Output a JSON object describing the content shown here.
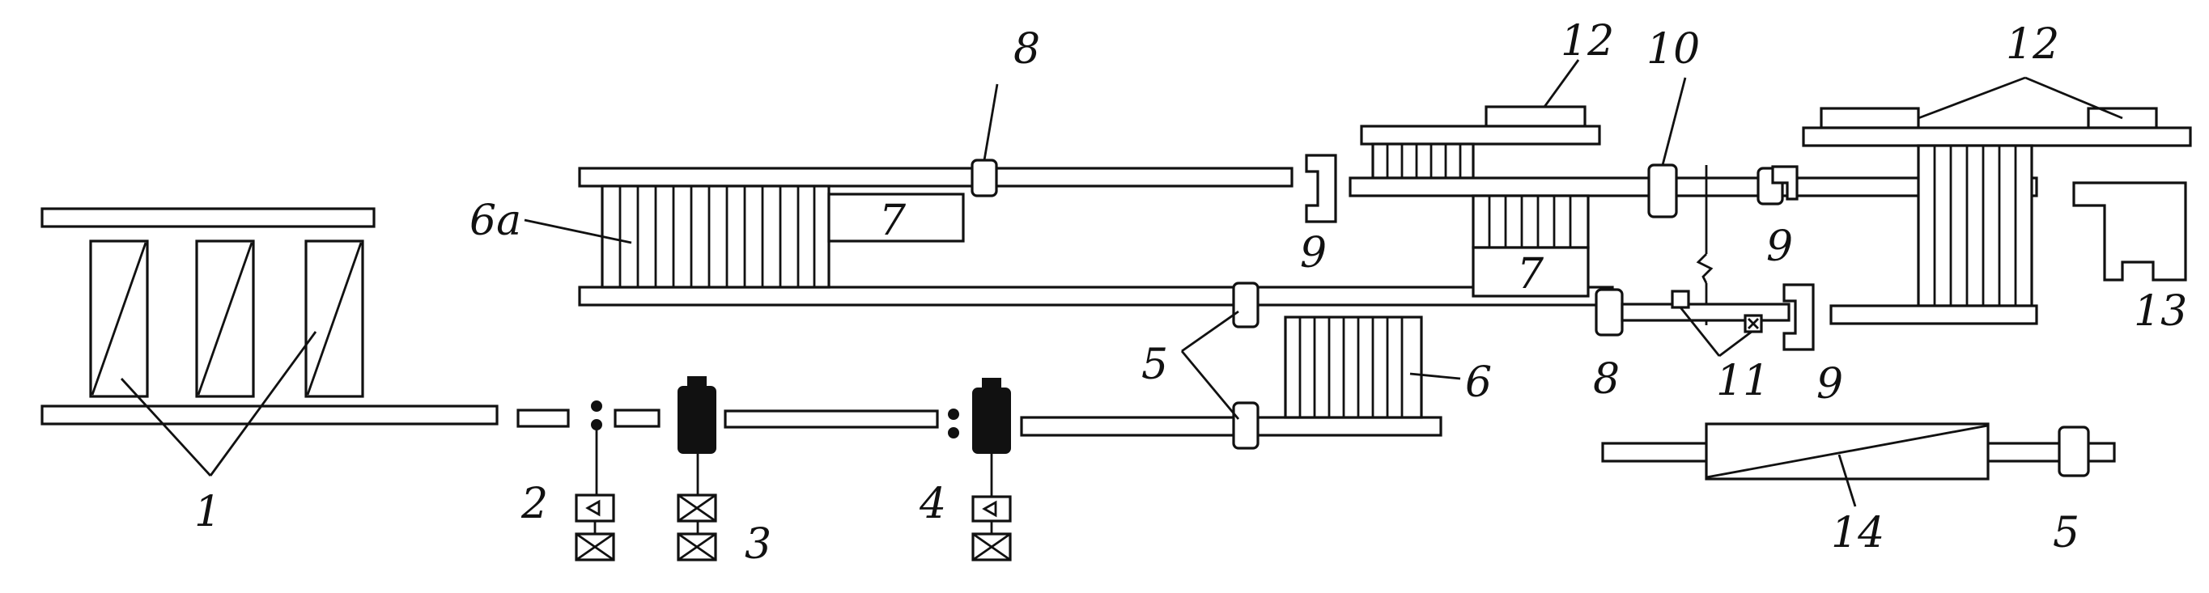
{
  "labels": {
    "coil_storage": "1",
    "pinch_roll_2": "2",
    "pinch_roll_3": "3",
    "pinch_roll_4": "4",
    "guide_roll_upper": "5",
    "guide_roll_right": "5",
    "main_stack": "6",
    "upper_stack": "6a",
    "stack_left": "7",
    "stack_middle": "7",
    "roll_top_left": "8",
    "roll_lower_mid": "8",
    "clamp_top_left": "9",
    "clamp_top_right": "9",
    "clamp_lower": "9",
    "roll_top_mid": "10",
    "sensors": "11",
    "plate_top_left": "12",
    "plate_top_right": "12",
    "bracket_right": "13",
    "drum_right": "14"
  }
}
